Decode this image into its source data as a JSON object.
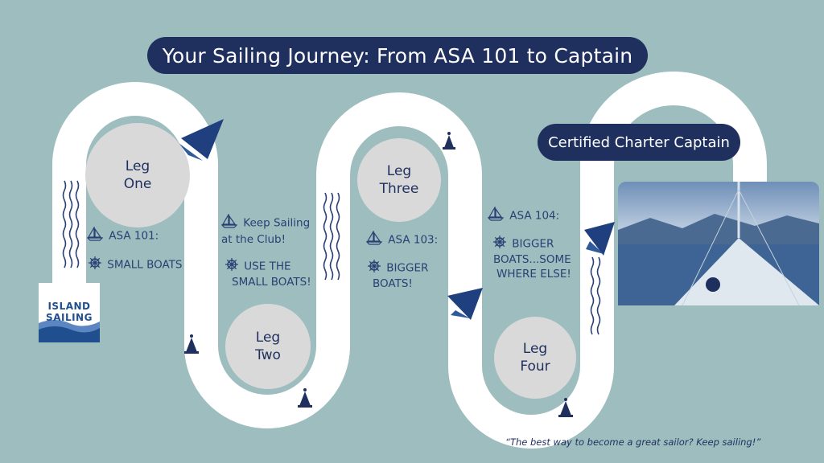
{
  "title": "Your Sailing Journey: From ASA 101 to Captain",
  "captain_label": "Certified Charter Captain",
  "legs": [
    {
      "line1": "Leg",
      "line2": "One"
    },
    {
      "line1": "Leg",
      "line2": "Two"
    },
    {
      "line1": "Leg",
      "line2": "Three"
    },
    {
      "line1": "Leg",
      "line2": "Four"
    }
  ],
  "steps": {
    "s1_course": "ASA 101:",
    "s1_boats": "SMALL BOATS",
    "s2_line1": "Keep Sailing",
    "s2_line2": "at the Club!",
    "s2_boats_line1": "USE THE",
    "s2_boats_line2": "SMALL BOATS!",
    "s3_course": "ASA 103:",
    "s3_boats_line1": "BIGGER",
    "s3_boats_line2": "BOATS!",
    "s4_course": "ASA 104:",
    "s4_boats_line1": "BIGGER",
    "s4_boats_line2": "BOATS...SOME",
    "s4_boats_line3": "WHERE ELSE!"
  },
  "logo": {
    "line1": "ISLAND",
    "line2": "SAILING"
  },
  "quote": "“The best way to become a great sailor? Keep sailing!”",
  "icons": [
    "sailboat-icon",
    "ship-wheel-icon",
    "buoy-icon",
    "wave-icon",
    "sail-graphic-icon"
  ],
  "colors": {
    "background": "#9dbdbf",
    "navy": "#1f2f5e",
    "path": "#ffffff",
    "circle": "#d9d9d9"
  }
}
